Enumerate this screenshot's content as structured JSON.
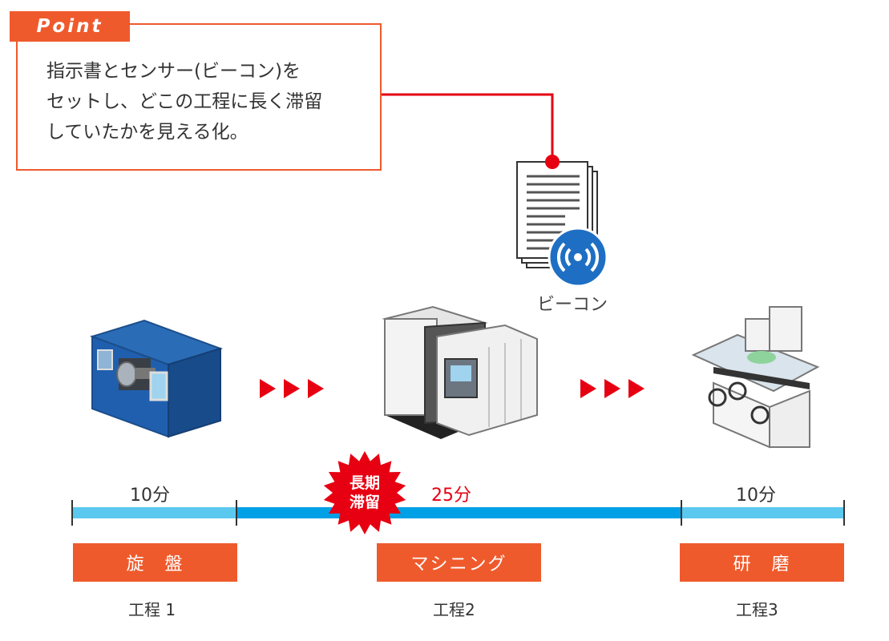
{
  "callout": {
    "tag": "Point",
    "lines": [
      "指示書とセンサー(ビーコン)を",
      "セットし、どこの工程に長く滞留",
      "していたかを見える化。"
    ]
  },
  "beacon_label": "ビーコン",
  "badge": {
    "line1": "長期",
    "line2": "滞留"
  },
  "timeline": [
    {
      "time": "10分",
      "name": "旋　盤",
      "step": "工程 1"
    },
    {
      "time": "25分",
      "name": "マシニング",
      "step": "工程2"
    },
    {
      "time": "10分",
      "name": "研　磨",
      "step": "工程3"
    }
  ],
  "colors": {
    "accent": "#ef5a2c",
    "timeline_light": "#5bc8f0",
    "timeline_dark": "#00a0e6",
    "highlight_red": "#e60012",
    "beacon_blue": "#1e6fc3"
  }
}
